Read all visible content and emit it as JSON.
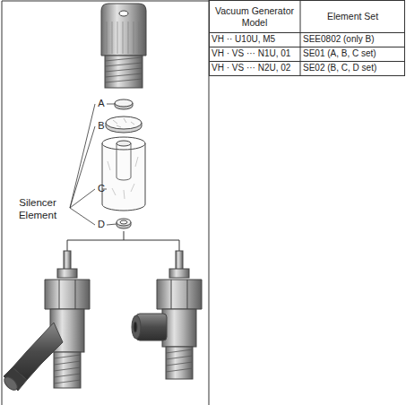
{
  "diagram": {
    "labels": [
      "Vacuum Generator Model",
      "Element Set",
      "VH ·· U10U, M5",
      "SEE0802 (only B)",
      "VH · VS ··· N1U, 01",
      "SE01 (A, B, C set)",
      "VH · VS ··· N2U, 02",
      "SE02 (B, C, D set)",
      "A",
      "B",
      "C",
      "D",
      "Silencer Element"
    ]
  }
}
